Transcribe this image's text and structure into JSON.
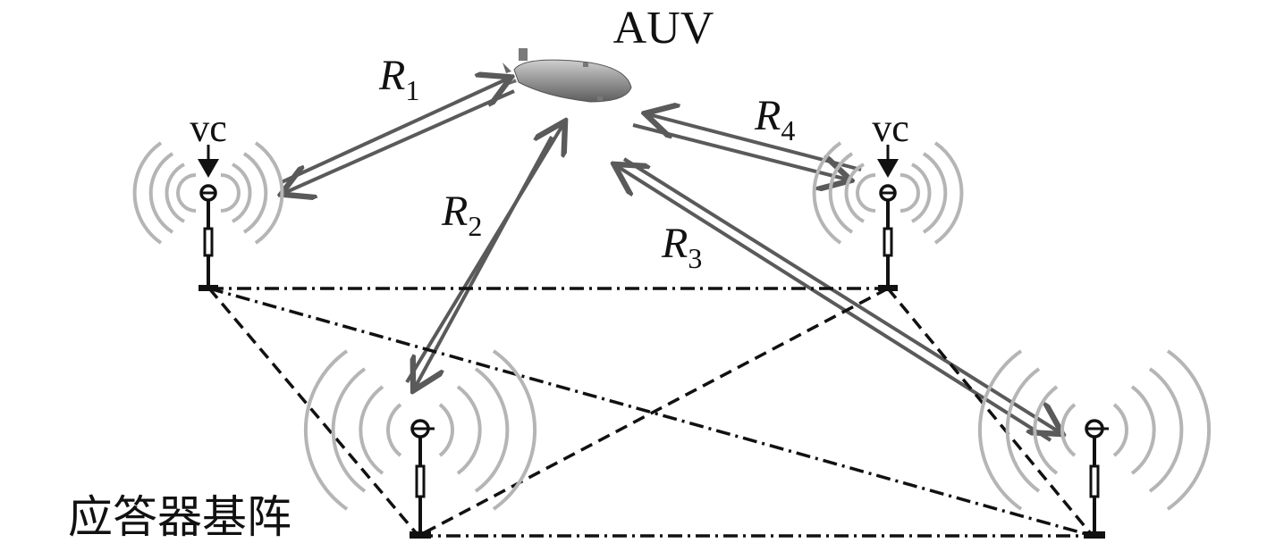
{
  "diagram": {
    "title": "AUV",
    "array_label": "应答器基阵",
    "vc_label": "vc",
    "links": [
      {
        "symbol": "R",
        "sub": "1"
      },
      {
        "symbol": "R",
        "sub": "2"
      },
      {
        "symbol": "R",
        "sub": "3"
      },
      {
        "symbol": "R",
        "sub": "4"
      }
    ],
    "transponders": [
      {
        "name": "transponder-top-left",
        "has_vc": true
      },
      {
        "name": "transponder-top-right",
        "has_vc": true
      },
      {
        "name": "transponder-bottom-left",
        "has_vc": false
      },
      {
        "name": "transponder-bottom-right",
        "has_vc": false
      }
    ],
    "colors": {
      "link": "#5a5a5a",
      "wave": "#b5b5b5",
      "ink": "#111111",
      "auv_body": "#8c8c8c"
    }
  }
}
